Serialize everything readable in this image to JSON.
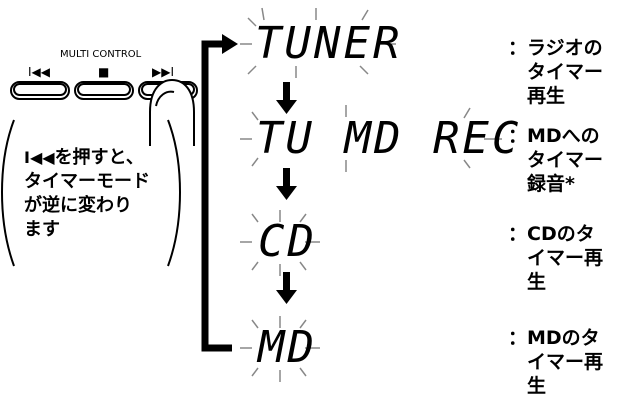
{
  "control": {
    "label": "MULTI CONTROL",
    "buttons": [
      {
        "icon": "prev-track-icon",
        "glyph": "I◀◀"
      },
      {
        "icon": "stop-icon",
        "glyph": "■"
      },
      {
        "icon": "next-track-icon",
        "glyph": "▶▶I"
      }
    ]
  },
  "note": {
    "glyph": "I◀◀",
    "text": "を押すと、\nタイマーモード\nが逆に変わり\nます"
  },
  "modes": [
    {
      "display": "TUNER",
      "description": "：ラジオの\n　タイマー\n　再生"
    },
    {
      "display": "TU MD REC",
      "description": "：MDへの\n　タイマー\n　録音*"
    },
    {
      "display": "CD",
      "description": "：CDのタ\n　イマー再\n　生"
    },
    {
      "display": "MD",
      "description": "：MDのタ\n　イマー再\n　生"
    }
  ],
  "colors": {
    "ink": "#000000",
    "sparkle": "#888888"
  }
}
